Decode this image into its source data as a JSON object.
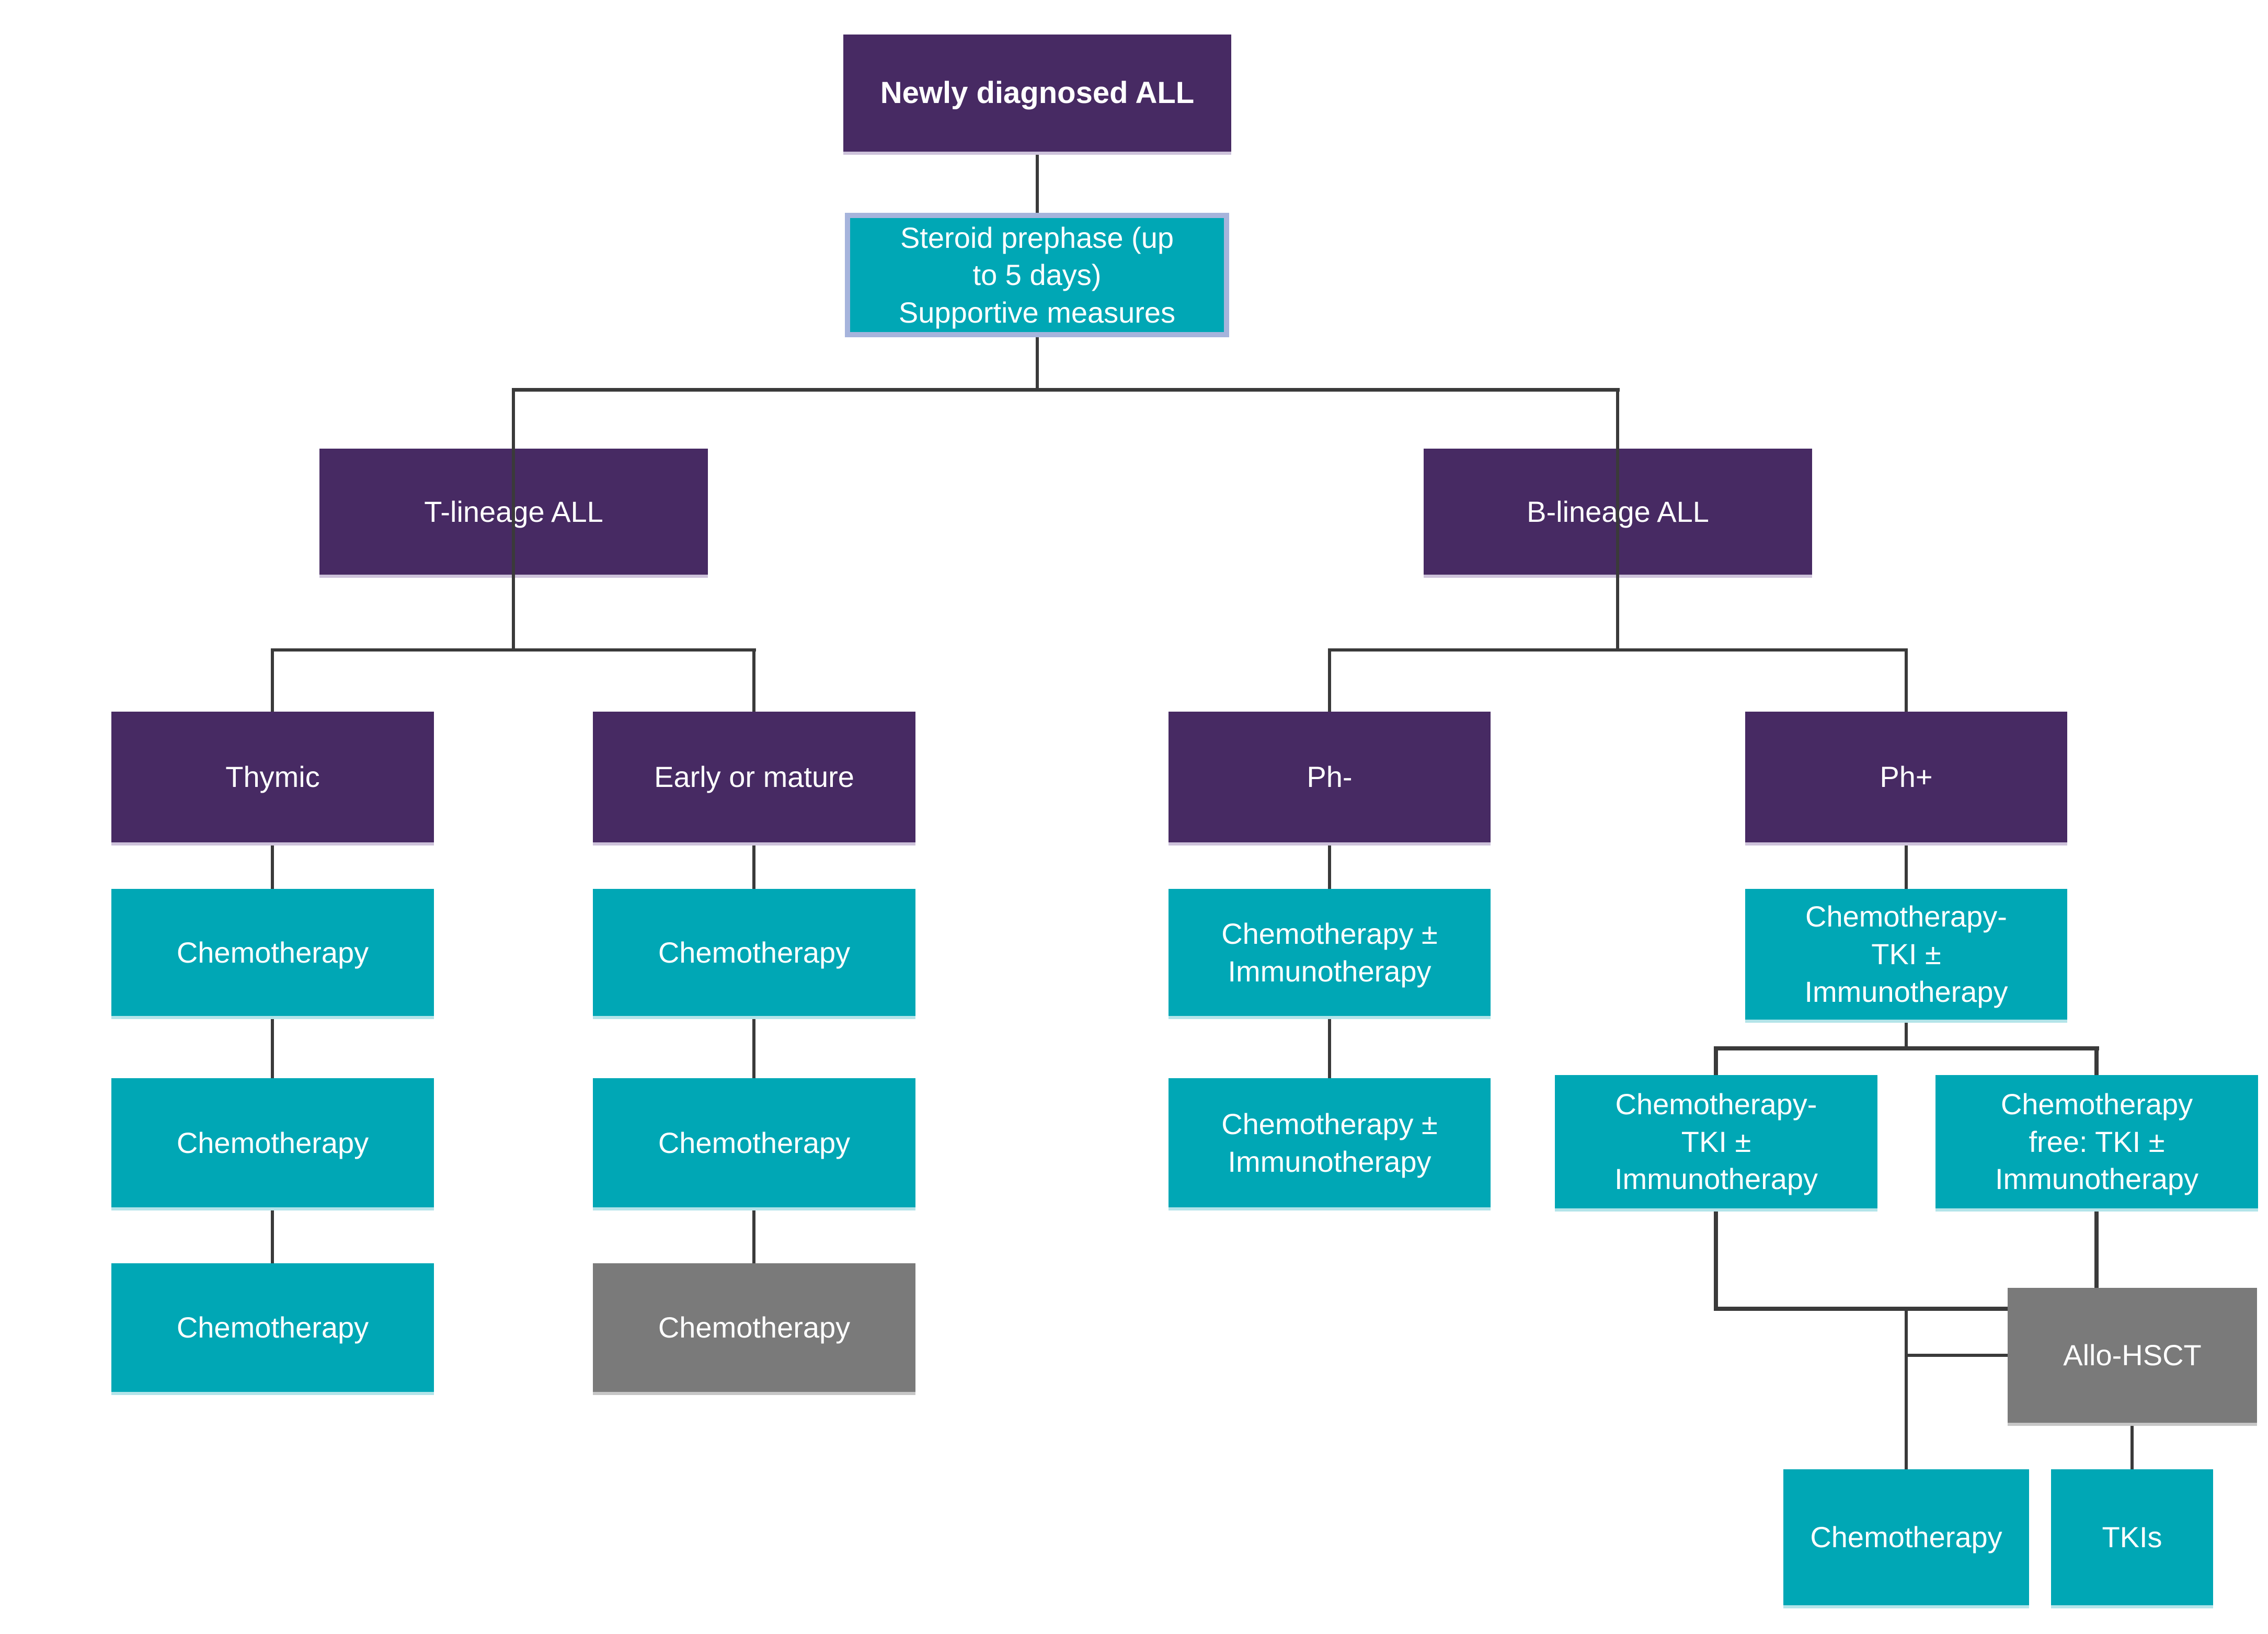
{
  "colors": {
    "purple": "#472a63",
    "teal": "#00a7b5",
    "gray": "#7a7a7a",
    "line": "#3a3a3a",
    "steroid-border": "#a6b4dc",
    "text": "#ffffff",
    "background": "#ffffff"
  },
  "nodes": {
    "newly": {
      "label": "Newly diagnosed ALL"
    },
    "steroid": {
      "label": "Steroid prephase (up\nto 5 days)\nSupportive measures"
    },
    "tlineage": {
      "label": "T-lineage ALL"
    },
    "blineage": {
      "label": "B-lineage ALL"
    },
    "thymic": {
      "label": "Thymic"
    },
    "early": {
      "label": "Early or mature"
    },
    "phneg": {
      "label": "Ph-"
    },
    "phpos": {
      "label": "Ph+"
    },
    "chemoT1": {
      "label": "Chemotherapy"
    },
    "chemoT2": {
      "label": "Chemotherapy"
    },
    "chemoT3": {
      "label": "Chemotherapy"
    },
    "chemoE1": {
      "label": "Chemotherapy"
    },
    "chemoE2": {
      "label": "Chemotherapy"
    },
    "chemoE3": {
      "label": "Chemotherapy"
    },
    "phneg1": {
      "label": "Chemotherapy ±\nImmunotherapy"
    },
    "phneg2": {
      "label": "Chemotherapy ±\nImmunotherapy"
    },
    "phpos1": {
      "label": "Chemotherapy-\nTKI ±\nImmunotherapy"
    },
    "splitLeft": {
      "label": "Chemotherapy-\nTKI ±\nImmunotherapy"
    },
    "splitRight": {
      "label": "Chemotherapy\nfree: TKI ±\nImmunotherapy"
    },
    "allo": {
      "label": "Allo-HSCT"
    },
    "chemoB": {
      "label": "Chemotherapy"
    },
    "tkis": {
      "label": "TKIs"
    }
  }
}
